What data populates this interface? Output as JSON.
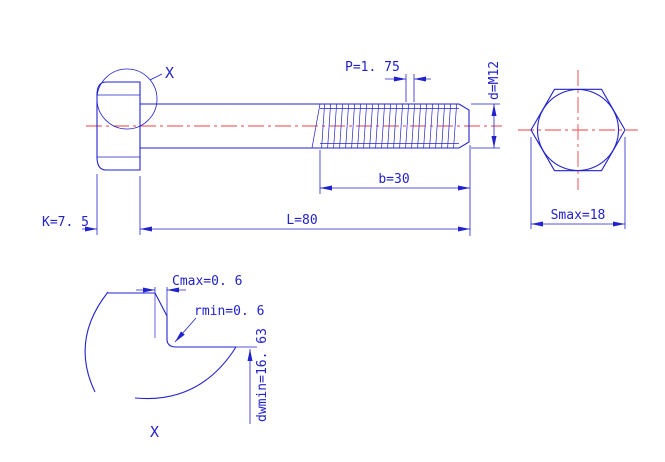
{
  "drawing": {
    "colors": {
      "line": "#2222cc",
      "centerline": "#e64545",
      "background": "#ffffff"
    },
    "side_view": {
      "detail_marker": "X",
      "pitch": "P=1. 75",
      "diameter": "d=M12",
      "thread_length": "b=30",
      "length": "L=80",
      "head_height": "K=7. 5"
    },
    "end_view": {
      "width_across_flats": "Smax=18"
    },
    "detail_view": {
      "chamfer": "Cmax=0. 6",
      "fillet_radius": "rmin=0. 6",
      "washer_face_dia": "dwmin=16. 63",
      "label": "X"
    }
  }
}
